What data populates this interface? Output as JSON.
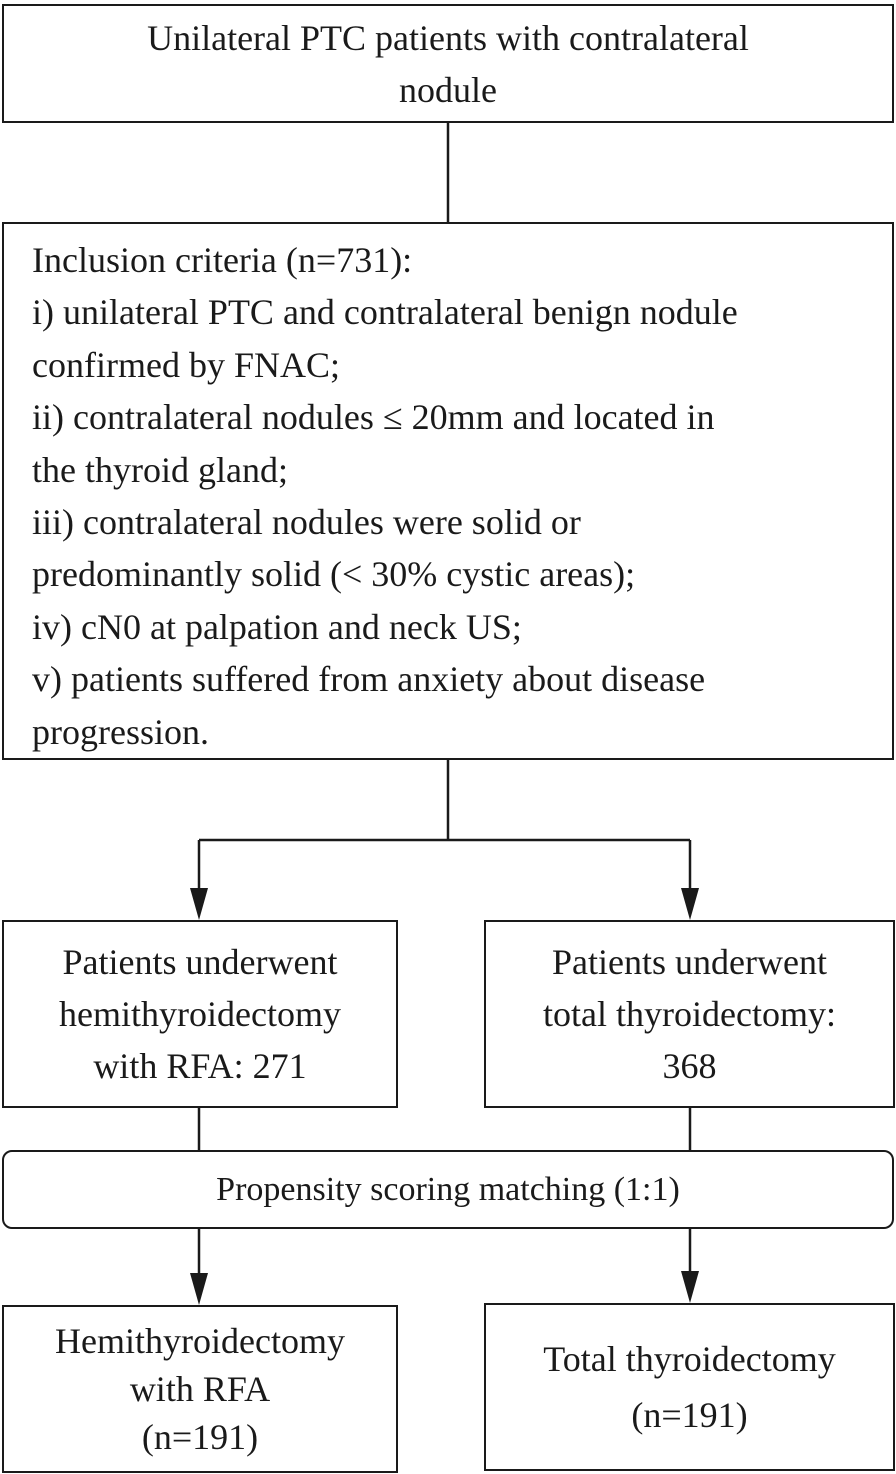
{
  "top_box": {
    "text": "Unilateral PTC patients with contralateral\nnodule"
  },
  "inclusion": {
    "title": "Inclusion criteria (n=731):",
    "lines": [
      "i) unilateral PTC and contralateral benign nodule",
      "confirmed by FNAC;",
      "ii) contralateral nodules ≤ 20mm and located in",
      "the thyroid gland;",
      "iii) contralateral nodules were solid or",
      "predominantly solid (< 30% cystic areas);",
      "iv) cN0 at palpation and neck US;",
      "v) patients suffered from anxiety about disease",
      "progression."
    ]
  },
  "hemi_box": {
    "text": "Patients underwent\nhemithyroidectomy\nwith RFA: 271"
  },
  "total_box": {
    "text": "Patients underwent\ntotal thyroidectomy:\n368"
  },
  "psm_box": {
    "text": "Propensity scoring matching (1:1)"
  },
  "hemi_final": {
    "text": "Hemithyroidectomy\nwith RFA\n(n=191)"
  },
  "total_final": {
    "text": "Total thyroidectomy\n(n=191)"
  }
}
